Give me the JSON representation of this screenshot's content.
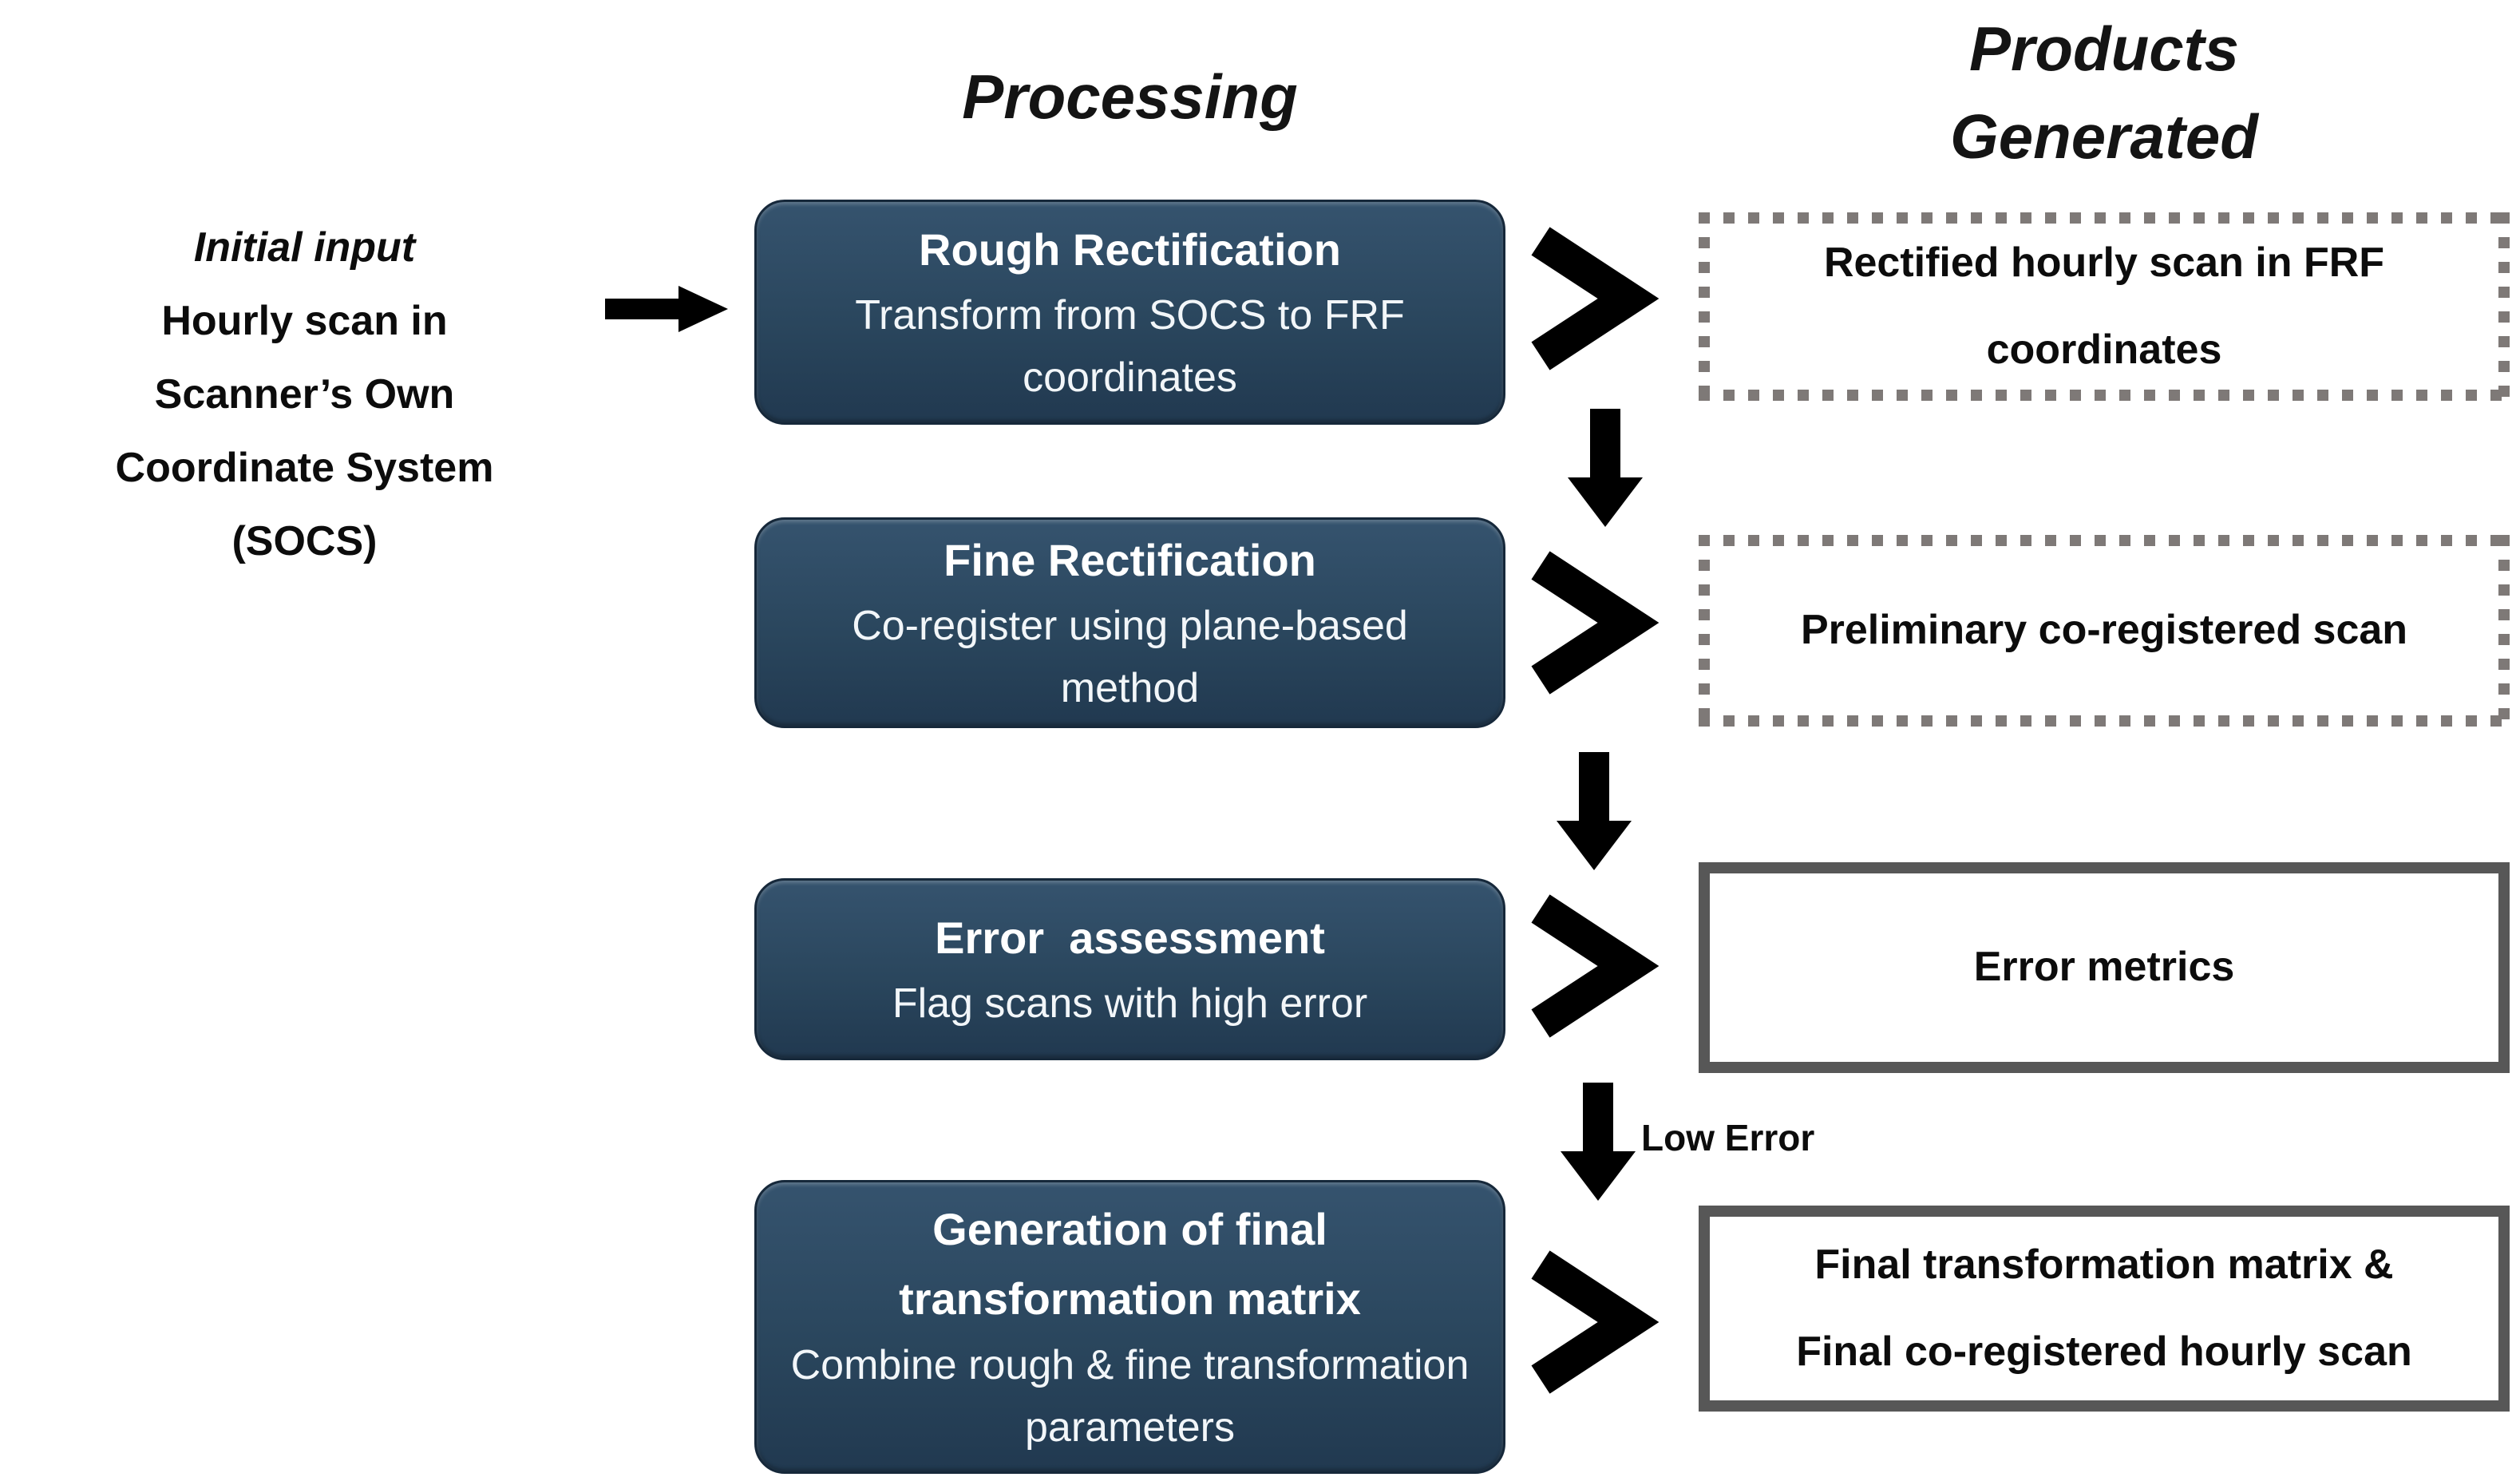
{
  "headers": {
    "processing": "Processing",
    "products_line1": "Products",
    "products_line2": "Generated"
  },
  "input_box": {
    "title": "Initial input",
    "body": "Hourly scan in\nScanner’s Own\nCoordinate System\n(SOCS)"
  },
  "process_steps": [
    {
      "title": "Rough Rectification",
      "subtitle": "Transform from SOCS to FRF coordinates"
    },
    {
      "title": "Fine Rectification",
      "subtitle": "Co-register using plane-based method"
    },
    {
      "title": "Error  assessment",
      "subtitle": "Flag scans with high error"
    },
    {
      "title": "Generation of final transformation matrix",
      "subtitle": "Combine rough & fine transformation parameters"
    }
  ],
  "products": [
    {
      "label": "Rectified hourly scan in FRF coordinates",
      "border_style": "dotted"
    },
    {
      "label": "Preliminary co-registered scan",
      "border_style": "dotted"
    },
    {
      "label": "Error metrics",
      "border_style": "solid"
    },
    {
      "label": "Final transformation matrix &\nFinal co-registered hourly scan",
      "border_style": "solid"
    }
  ],
  "annotations": {
    "low_error_label": "Low Error"
  },
  "colors": {
    "process_box_top": "#35536e",
    "process_box_bottom": "#213950",
    "process_box_border": "#16283a",
    "dotted_border": "#7e7977",
    "solid_border": "#575757",
    "arrow": "#000000",
    "text_light": "#ffffff",
    "text_dark": "#0c0c0c"
  }
}
